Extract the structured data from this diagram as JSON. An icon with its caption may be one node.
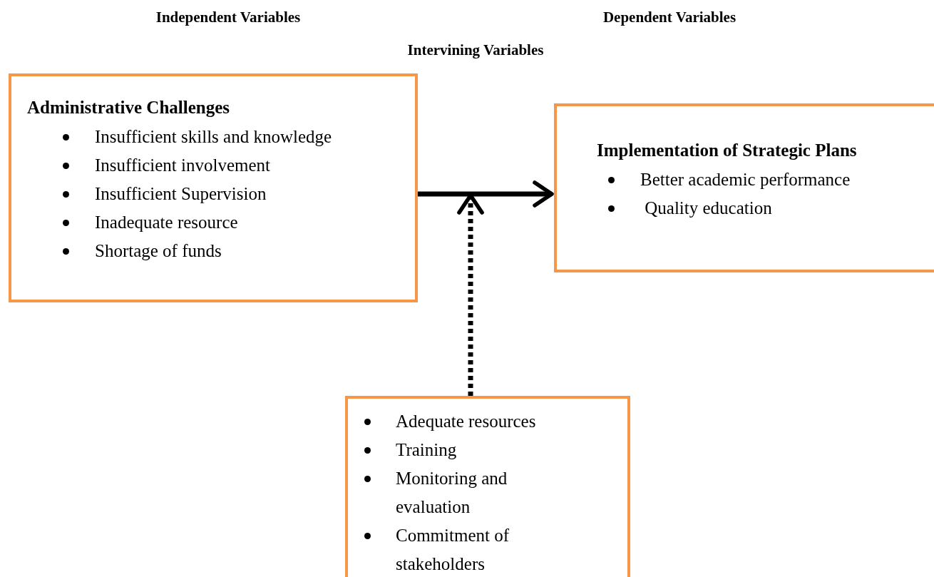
{
  "diagram": {
    "nodes": [
      {
        "text": [
          "Administrative Challenges",
          "Insufficient skills and knowledge",
          "Insufficient involvement",
          "Insufficient Supervision",
          "Inadequate resource",
          "Shortage of funds"
        ]
      },
      {
        "text": [
          "Implementation of Strategic Plans",
          "Better academic performance",
          " Quality education"
        ]
      },
      {
        "text": [
          "Adequate resources",
          "Training",
          "Monitoring and evaluation",
          "Commitment of stakeholders"
        ]
      }
    ],
    "edges": [
      {
        "from": 0,
        "to": 1,
        "arrow": "to"
      },
      {
        "from": 2,
        "to": null,
        "arrow": "to",
        "style": "dashed"
      }
    ],
    "labels": [
      "Independent Variables",
      "Dependent Variables",
      "Intervining Variables"
    ]
  }
}
